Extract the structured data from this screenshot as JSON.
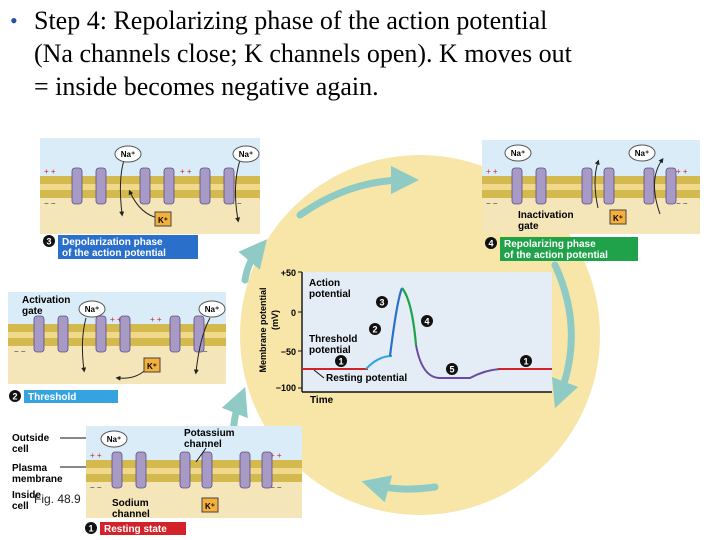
{
  "slide": {
    "bullet": "•",
    "lines": [
      "Step 4: Repolarizing phase of the action potential",
      "(Na channels close; K channels open). K moves out",
      "= inside becomes negative again."
    ]
  },
  "ions": {
    "na": "Na⁺",
    "k": "K⁺"
  },
  "charges": {
    "plus": "+ +",
    "minus": "− −"
  },
  "panels": {
    "p3": {
      "number": "3",
      "line1": "Depolarization phase",
      "line2": "of the action potential",
      "color": "#2a6fc9"
    },
    "p4": {
      "number": "4",
      "line1": "Repolarizing phase",
      "line2": "of the action potential",
      "color": "#1fa24a",
      "label_inact1": "Inactivation",
      "label_inact2": "gate"
    },
    "p2": {
      "number": "2",
      "line1": "Threshold",
      "color": "#35a3e0",
      "label_act1": "Activation",
      "label_act2": "gate"
    },
    "p1": {
      "number": "1",
      "line1": "Resting state",
      "color": "#d2232a",
      "outside1": "Outside",
      "outside2": "cell",
      "plasma1": "Plasma",
      "plasma2": "membrane",
      "inside1": "Inside",
      "inside2": "cell",
      "potassium1": "Potassium",
      "potassium2": "channel",
      "sodium1": "Sodium",
      "sodium2": "channel",
      "fig": "Fig. 48.9"
    }
  },
  "graph": {
    "y_title": "Membrane potential",
    "y_unit": "(mV)",
    "ticks": [
      "+50",
      "0",
      "−50",
      "−100"
    ],
    "x_label": "Time",
    "action1": "Action",
    "action2": "potential",
    "threshold1": "Threshold",
    "threshold2": "potential",
    "resting": "Resting potential",
    "markers": [
      "1",
      "2",
      "3",
      "4",
      "5",
      "1"
    ]
  },
  "colors": {
    "circle": "#f7e6a8",
    "arrow": "#8fcbc4",
    "graph_bg": "#e4edf5",
    "membrane": "#d4ba4e",
    "outside": "#d9ecf7",
    "inside": "#f4e6b8",
    "channel": "#a79bc6",
    "line_resting": "#d2232a",
    "line_threshold": "#35a3e0",
    "line_depol": "#2a6fc9",
    "line_repol": "#1fa24a",
    "line_after": "#6a4aa0"
  }
}
